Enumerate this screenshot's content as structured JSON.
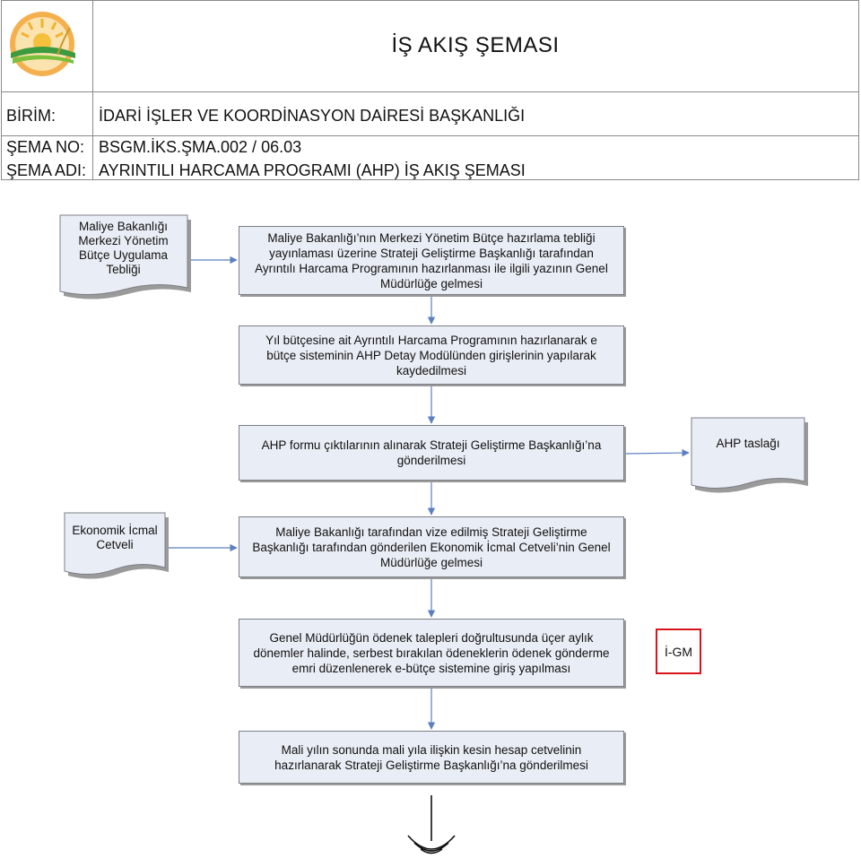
{
  "header": {
    "title": "İŞ AKIŞ ŞEMASI",
    "birim_label": "BİRİM:",
    "birim_value": "İDARİ İŞLER VE KOORDİNASYON DAİRESİ BAŞKANLIĞI",
    "sema_no_label": "ŞEMA NO:",
    "sema_no_value": "BSGM.İKS.ŞMA.002 / 06.03",
    "sema_adi_label": "ŞEMA ADI:",
    "sema_adi_value": "AYRINTILI HARCAMA PROGRAMI (AHP) İŞ AKIŞ ŞEMASI"
  },
  "colors": {
    "box_fill": "#e9edf5",
    "box_border": "#7c7f87",
    "arrow": "#5b7fc1",
    "igm_border": "#d8141c"
  },
  "documents": {
    "doc1": [
      "Maliye Bakanlığı",
      "Merkezi Yönetim",
      "Bütçe Uygulama",
      "Tebliği"
    ],
    "doc2": [
      "AHP taslağı"
    ],
    "doc3": [
      "Ekonomik İcmal",
      "Cetveli"
    ]
  },
  "steps": [
    [
      "Maliye Bakanlığı’nın Merkezi Yönetim Bütçe hazırlama tebliği",
      "yayınlaması üzerine Strateji Geliştirme Başkanlığı tarafından",
      "Ayrıntılı Harcama Programının hazırlanması ile ilgili yazının Genel",
      "Müdürlüğe gelmesi"
    ],
    [
      "Yıl bütçesine ait Ayrıntılı Harcama Programının hazırlanarak e",
      "bütçe sisteminin AHP Detay Modülünden girişlerinin yapılarak",
      "kaydedilmesi"
    ],
    [
      "AHP formu çıktılarının alınarak Strateji Geliştirme Başkanlığı’na",
      "gönderilmesi"
    ],
    [
      "Maliye Bakanlığı tarafından vize edilmiş Strateji Geliştirme",
      "Başkanlığı tarafından gönderilen Ekonomik İcmal Cetveli’nin Genel",
      "Müdürlüğe gelmesi"
    ],
    [
      "Genel Müdürlüğün ödenek talepleri doğrultusunda üçer aylık",
      "dönemler halinde, serbest bırakılan ödeneklerin ödenek gönderme",
      "emri düzenlenerek e-bütçe sistemine giriş yapılması"
    ],
    [
      "Mali yılın sonunda mali yıla ilişkin kesin hesap cetvelinin",
      "hazırlanarak Strateji Geliştirme Başkanlığı’na gönderilmesi"
    ]
  ],
  "igm_label": "İ-GM"
}
